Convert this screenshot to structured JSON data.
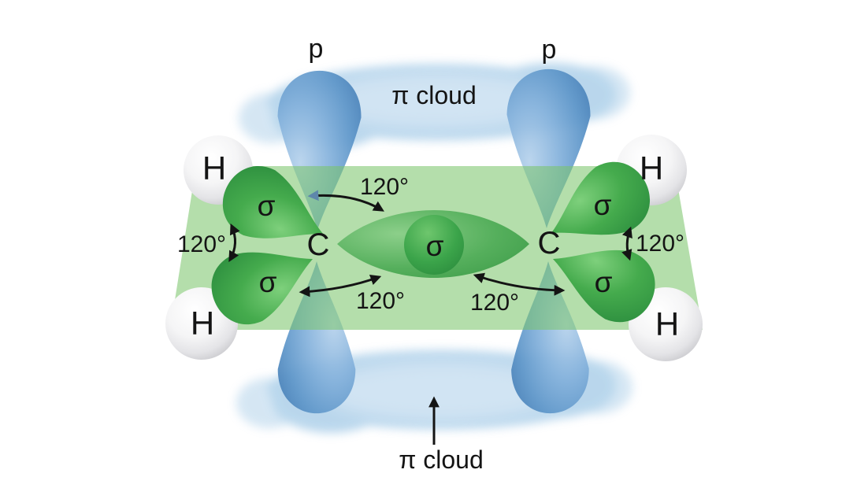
{
  "diagram": {
    "labels": {
      "p_left": "p",
      "p_right": "p",
      "pi_cloud_top": "π cloud",
      "pi_cloud_bottom": "π cloud",
      "carbon_left": "C",
      "carbon_right": "C",
      "hydrogen_top_left": "H",
      "hydrogen_bottom_left": "H",
      "hydrogen_top_right": "H",
      "hydrogen_bottom_right": "H",
      "sigma_upper_left": "σ",
      "sigma_lower_left": "σ",
      "sigma_center": "σ",
      "sigma_upper_right": "σ",
      "sigma_lower_right": "σ",
      "angle_top": "120°",
      "angle_left": "120°",
      "angle_right": "120°",
      "angle_bottom_left": "120°",
      "angle_bottom_right": "120°"
    },
    "colors": {
      "background": "#ffffff",
      "plane_green": "#b7dfae",
      "sigma_orbital_green": "#3fa347",
      "p_orbital_blue": "#7fafda",
      "pi_cloud_blue": "#aed2ea",
      "hydrogen_white": "#f2f2f3",
      "text": "#141414"
    }
  }
}
